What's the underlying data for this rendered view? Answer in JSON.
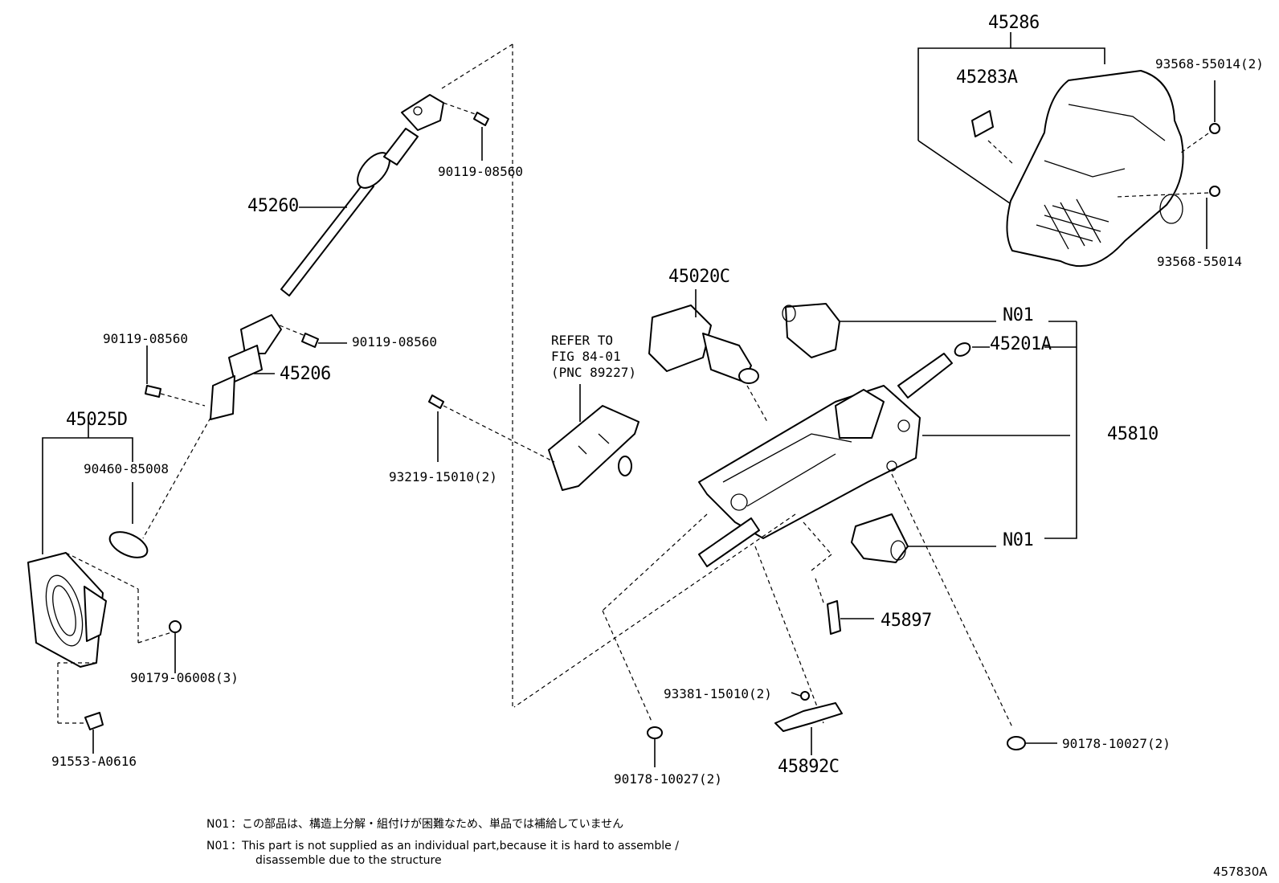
{
  "labels": {
    "p45286": "45286",
    "p45283A": "45283A",
    "p93568_55014_2": "93568-55014(2)",
    "p93568_55014": "93568-55014",
    "p90119_top": "90119-08560",
    "p45260": "45260",
    "p90119_left": "90119-08560",
    "p90119_mid": "90119-08560",
    "p45206": "45206",
    "p45025D": "45025D",
    "p90460": "90460-85008",
    "p90179": "90179-06008(3)",
    "p91553": "91553-A0616",
    "refer_line1": "REFER TO",
    "refer_line2": "FIG 84-01",
    "refer_line3": "(PNC 89227)",
    "p93219": "93219-15010(2)",
    "p45020C": "45020C",
    "n01_top": "N01",
    "p45201A": "45201A",
    "p45810": "45810",
    "n01_bottom": "N01",
    "p45897": "45897",
    "p93381": "93381-15010(2)",
    "p45892C": "45892C",
    "p90178_mid": "90178-10027(2)",
    "p90178_right": "90178-10027(2)"
  },
  "notes": {
    "jp_code": "N01",
    "jp_text": "：この部品は、構造上分解・組付けが困難なため、単品では補給していません",
    "en_code": "N01",
    "en_text1": "：This part is not supplied as an individual part,because it is hard to assemble /",
    "en_text2": "disassemble due to the structure"
  },
  "figure_id": "457830A"
}
